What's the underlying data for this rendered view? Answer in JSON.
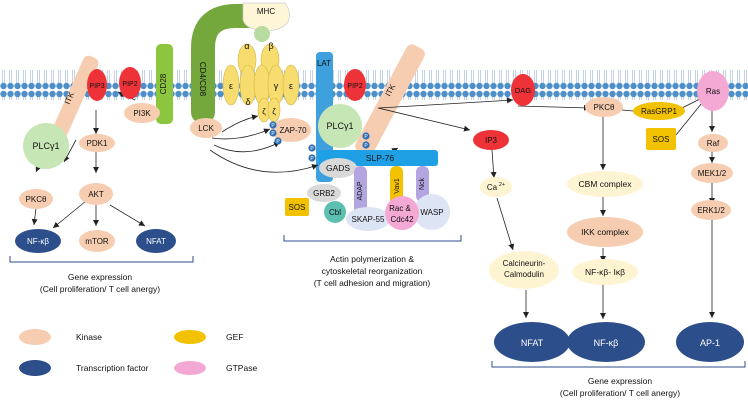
{
  "colors": {
    "kinase": "#f6cdb0",
    "transcription_factor": "#2c4e8a",
    "gef": "#f2c200",
    "gtpase": "#f4a9d4",
    "membrane_head": "#4f8fc9",
    "plc": "#c7e6b5",
    "pip": "#ee3338",
    "cd28": "#8cc63f",
    "cd4": "#74a83c",
    "lat": "#3ea0dd",
    "slp76": "#1f9fe4",
    "cbl": "#5dbfb0",
    "adap": "#b3a5e0",
    "wasp": "#dde4f4",
    "cd3": "#f7dc6f",
    "grb2": "#d9d9d9",
    "itk": "#f6cdb0"
  },
  "receptors": {
    "mhc": "MHC",
    "cd4_cd8": "CD4/CD8",
    "cd28": "CD28",
    "lat": "LAT",
    "alpha": "α",
    "beta": "β",
    "delta": "δ",
    "gamma": "γ",
    "epsilon": "ε",
    "zeta": "ζ"
  },
  "left": {
    "itk": "ITK",
    "pip3": "PIP3",
    "pip2": "PIP2",
    "pi3k": "PI3K",
    "plcg1": "PLCγ1",
    "pdk1": "PDK1",
    "pkct": "PKCθ",
    "akt": "AKT",
    "nfkb": "NF-κβ",
    "mtor": "mTOR",
    "nfat": "NFAT",
    "caption_line1": "Gene expression",
    "caption_line2": "(Cell proliferation/ T cell anergy)"
  },
  "middle": {
    "lck": "LCK",
    "zap70": "ZAP-70",
    "plcg1": "PLCγ1",
    "pip2": "PIP2",
    "itk": "ITK",
    "p": "P",
    "gads": "GADS",
    "slp76": "SLP-76",
    "grb2": "GRB2",
    "sos": "SOS",
    "cbl": "Cbl",
    "adap": "ADAP",
    "vav1": "Vav1",
    "nck": "Nck",
    "skap55": "SKAP-55",
    "rac": "Rac &",
    "cdc42": "Cdc42",
    "wasp": "WASP",
    "caption_line1": "Actin polymerization &",
    "caption_line2": "cytoskeletal reorganization",
    "caption_line3": "(T cell adhesion and migration)"
  },
  "right": {
    "ip3": "IP3",
    "ca2": "Ca",
    "ca2_sup": "2+",
    "calcineurin_1": "Calcineurin-",
    "calcineurin_2": "Calmodulin",
    "nfat": "NFAT",
    "dag": "DAG",
    "pkct": "PKCθ",
    "cbm": "CBM complex",
    "ikk": "IKK complex",
    "nfkb_ikb": "NF-κβ- Iκβ",
    "nfkb": "NF-κβ",
    "rasgrp1": "RasGRP1",
    "ras": "Ras",
    "sos": "SOS",
    "raf": "Raf",
    "mek": "MEK1/2",
    "erk": "ERK1/2",
    "ap1": "AP-1",
    "caption_line1": "Gene expression",
    "caption_line2": "(Cell proliferation/ T cell anergy)"
  },
  "legend": {
    "kinase": "Kinase",
    "transcription_factor": "Transcription factor",
    "gef": "GEF",
    "gtpase": "GTPase"
  }
}
